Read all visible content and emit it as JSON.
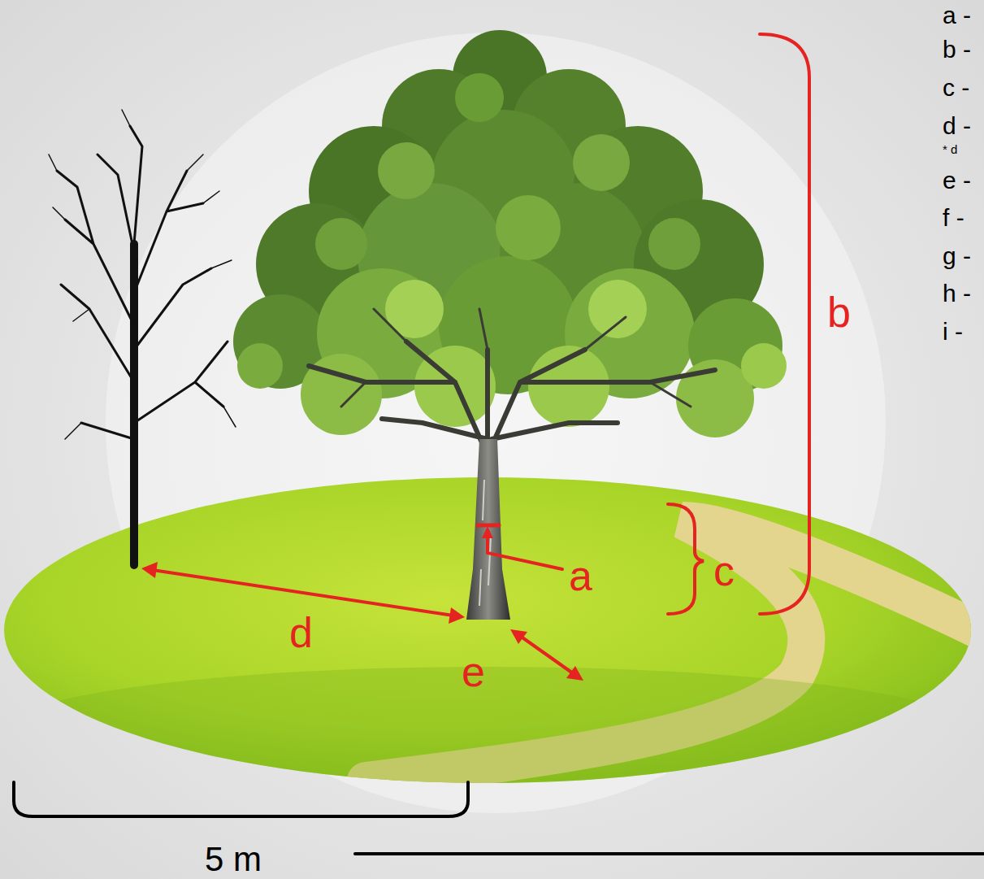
{
  "diagram": {
    "labels": [
      "a -",
      "b -",
      "c -",
      "d -",
      "* d",
      "e -",
      "f -",
      "g -",
      "h -",
      "i -",
      "b",
      "a",
      "c",
      "d",
      "e",
      "5 m"
    ]
  }
}
